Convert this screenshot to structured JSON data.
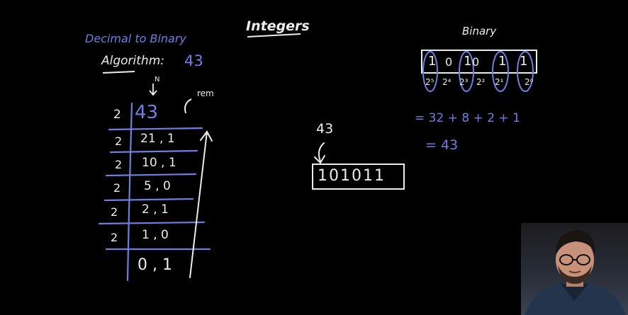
{
  "title": "Integers",
  "left": {
    "heading": "Decimal to Binary",
    "algorithm_label": "Algorithm:",
    "algorithm_value": "43",
    "n_label": "N",
    "rem_label": "rem",
    "rows": [
      {
        "divisor": "2",
        "value": "43"
      },
      {
        "divisor": "2",
        "value": "21 , 1"
      },
      {
        "divisor": "2",
        "value": "10 , 1"
      },
      {
        "divisor": "2",
        "value": "5 , 0"
      },
      {
        "divisor": "2",
        "value": "2 , 1"
      },
      {
        "divisor": "2",
        "value": "1 , 0"
      },
      {
        "divisor": "",
        "value": "0 , 1"
      }
    ]
  },
  "middle": {
    "number": "43",
    "binary_box": "101011"
  },
  "right": {
    "heading": "Binary",
    "bits": [
      "1",
      "0",
      "1",
      "0",
      "1",
      "1"
    ],
    "powers": [
      "2⁵",
      "2⁴",
      "2³",
      "2²",
      "2¹",
      "2⁰"
    ],
    "sum_line": "= 32 + 8 + 2 + 1",
    "result_line": "= 43"
  },
  "colors": {
    "background": "#000000",
    "chalk_white": "#ececec",
    "chalk_blue": "#6f7fe0"
  }
}
